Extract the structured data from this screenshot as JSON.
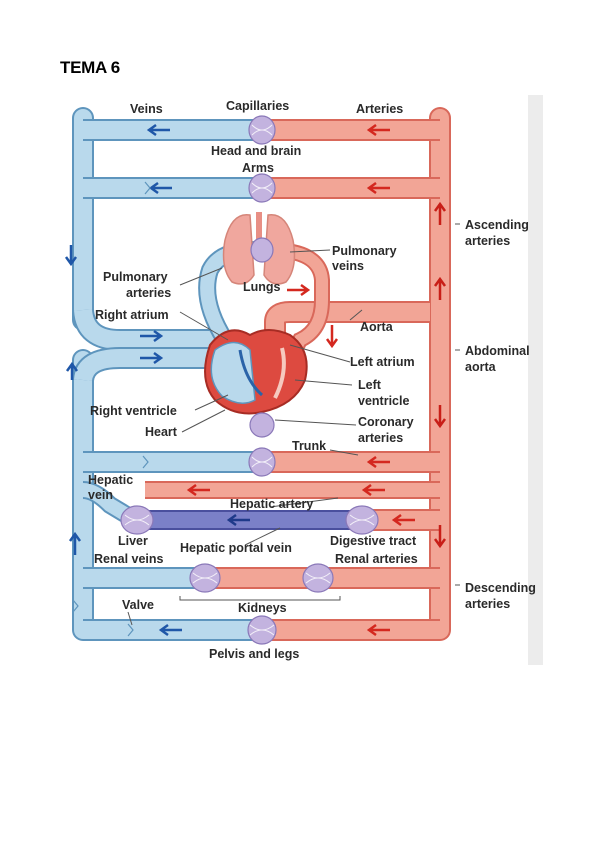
{
  "page": {
    "title": "TEMA 6"
  },
  "diagram": {
    "header": {
      "veins": "Veins",
      "capillaries": "Capillaries",
      "arteries": "Arteries"
    },
    "labels": {
      "head_and_brain": "Head and brain",
      "arms": "Arms",
      "ascending_1": "Ascending",
      "ascending_2": "arteries",
      "pulmonary_veins_1": "Pulmonary",
      "pulmonary_veins_2": "veins",
      "pulmonary_arteries_1": "Pulmonary",
      "pulmonary_arteries_2": "arteries",
      "lungs": "Lungs",
      "right_atrium": "Right atrium",
      "aorta": "Aorta",
      "abdominal_1": "Abdominal",
      "abdominal_2": "aorta",
      "left_atrium": "Left atrium",
      "left_ventricle_1": "Left",
      "left_ventricle_2": "ventricle",
      "right_ventricle": "Right ventricle",
      "heart": "Heart",
      "coronary_1": "Coronary",
      "coronary_2": "arteries",
      "trunk": "Trunk",
      "hepatic_vein_1": "Hepatic",
      "hepatic_vein_2": "vein",
      "hepatic_artery": "Hepatic artery",
      "liver": "Liver",
      "hepatic_portal_vein": "Hepatic portal vein",
      "digestive_tract": "Digestive tract",
      "renal_veins": "Renal veins",
      "renal_arteries": "Renal arteries",
      "descending_1": "Descending",
      "descending_2": "arteries",
      "valve": "Valve",
      "kidneys": "Kidneys",
      "pelvis_and_legs": "Pelvis and legs"
    },
    "colors": {
      "vein_fill": "#b9d9ec",
      "vein_stroke": "#5e95bd",
      "artery_fill": "#f2a596",
      "artery_stroke": "#d9685a",
      "arrow_blue": "#1f57a8",
      "arrow_red": "#d4281f",
      "capillary": "#b8a6d8",
      "portal": "#6e73c0",
      "lung": "#f0a79e"
    }
  }
}
